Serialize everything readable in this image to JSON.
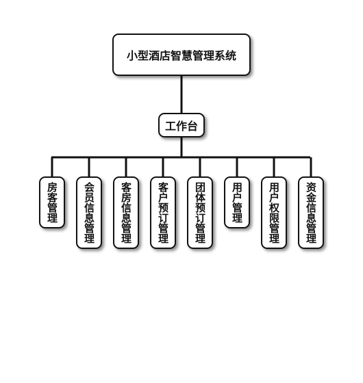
{
  "diagram": {
    "root": {
      "label": "小型酒店智慧管理系统"
    },
    "middle": {
      "label": "工作台"
    },
    "leaves": [
      {
        "label": "房客管理"
      },
      {
        "label": "会员信息管理"
      },
      {
        "label": "客房信息管理"
      },
      {
        "label": "客户预订管理"
      },
      {
        "label": "团体预订管理"
      },
      {
        "label": "用户管理"
      },
      {
        "label": "用户权限管理"
      },
      {
        "label": "资金信息管理"
      }
    ]
  },
  "colors": {
    "line": "#111111",
    "box_border": "#111111",
    "background": "#ffffff"
  }
}
